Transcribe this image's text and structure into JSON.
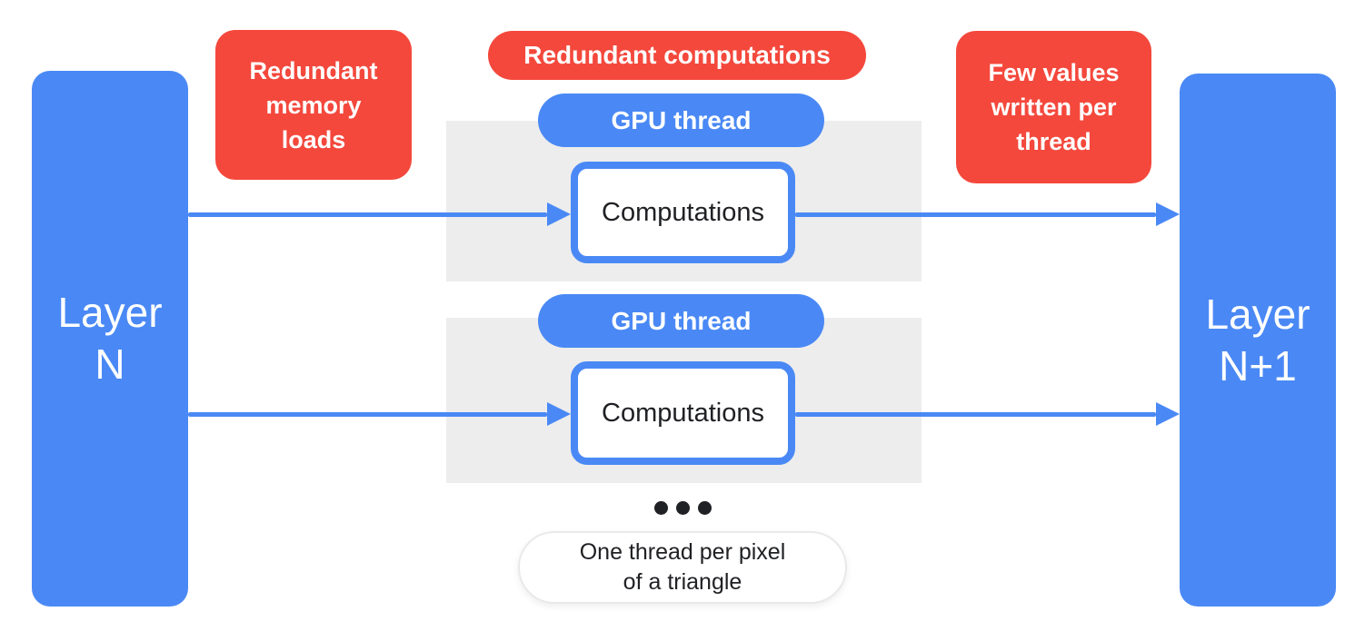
{
  "colors": {
    "blue": "#4A89F5",
    "red": "#F4483C",
    "gray_panel": "#EDEDED",
    "text_dark": "#202124",
    "white": "#FFFFFF"
  },
  "layer_left": {
    "lines": [
      "Layer",
      "N"
    ]
  },
  "layer_right": {
    "lines": [
      "Layer",
      "N+1"
    ]
  },
  "callouts": {
    "memory": {
      "lines": [
        "Redundant",
        "memory",
        "loads"
      ]
    },
    "computations": {
      "label": "Redundant computations"
    },
    "few_values": {
      "lines": [
        "Few values",
        "written per",
        "thread"
      ]
    }
  },
  "threads": [
    {
      "pill_label": "GPU thread",
      "box_label": "Computations"
    },
    {
      "pill_label": "GPU thread",
      "box_label": "Computations"
    }
  ],
  "ellipsis_dot_count": 3,
  "note": {
    "lines": [
      "One thread per pixel",
      "of a triangle"
    ]
  }
}
